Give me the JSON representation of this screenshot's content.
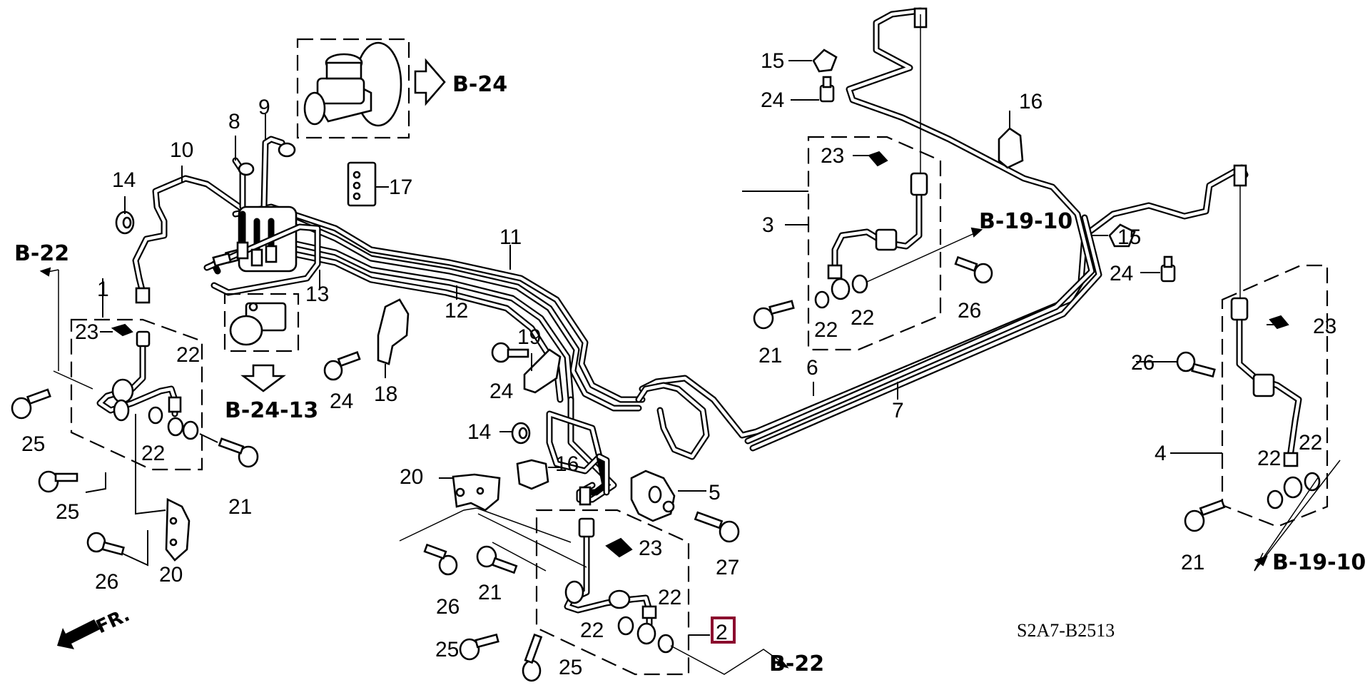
{
  "diagram": {
    "title": "Brake lines exploded view",
    "diagram_code": "S2A7-B2513",
    "highlighted_part": "2",
    "highlight_color": "#8b0a2e",
    "direction_label": "FR.",
    "references": {
      "ref_b24": "B-24",
      "ref_b22_left": "B-22",
      "ref_b24_13": "B-24-13",
      "ref_b19_10_top": "B-19-10",
      "ref_b19_10_right": "B-19-10",
      "ref_b22_bottom": "B-22"
    },
    "callouts": {
      "c1": "1",
      "c2": "2",
      "c3": "3",
      "c4": "4",
      "c5": "5",
      "c6": "6",
      "c7": "7",
      "c8": "8",
      "c9": "9",
      "c10": "10",
      "c11": "11",
      "c12": "12",
      "c13": "13",
      "c14a": "14",
      "c14b": "14",
      "c15a": "15",
      "c15b": "15",
      "c16a": "16",
      "c16b": "16",
      "c17": "17",
      "c18": "18",
      "c19": "19",
      "c20a": "20",
      "c20b": "20",
      "c21a": "21",
      "c21b": "21",
      "c21c": "21",
      "c21d": "21",
      "c22a": "22",
      "c22b": "22",
      "c22c": "22",
      "c22d": "22",
      "c22e": "22",
      "c22f": "22",
      "c22g": "22",
      "c22h": "22",
      "c23a": "23",
      "c23b": "23",
      "c23c": "23",
      "c23d": "23",
      "c24a": "24",
      "c24b": "24",
      "c24c": "24",
      "c24d": "24",
      "c25a": "25",
      "c25b": "25",
      "c25c": "25",
      "c25d": "25",
      "c26a": "26",
      "c26b": "26",
      "c26c": "26",
      "c26d": "26",
      "c27": "27"
    }
  }
}
